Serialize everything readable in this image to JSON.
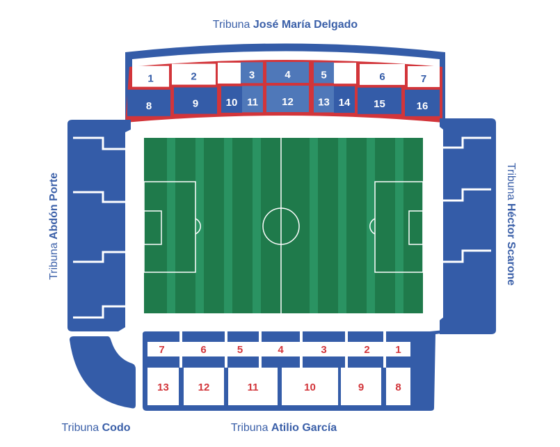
{
  "stands": {
    "north": {
      "prefix": "Tribuna ",
      "name": "José María Delgado",
      "sections": [
        "1",
        "2",
        "3",
        "4",
        "5",
        "6",
        "7",
        "8",
        "9",
        "10",
        "11",
        "12",
        "13",
        "14",
        "15",
        "16"
      ]
    },
    "west": {
      "prefix": "Tribuna ",
      "name": "Abdón Porte"
    },
    "east": {
      "prefix": "Tribuna ",
      "name": "Héctor Scarone"
    },
    "corner": {
      "prefix": "Tribuna ",
      "name": "Codo"
    },
    "south": {
      "prefix": "Tribuna ",
      "name": "Atilio García",
      "sections": [
        "7",
        "6",
        "5",
        "4",
        "3",
        "2",
        "1",
        "13",
        "12",
        "11",
        "10",
        "9",
        "8"
      ]
    }
  },
  "colors": {
    "blue": "#345ca8",
    "light_blue": "#4f78b9",
    "red": "#d2353a",
    "pitch_dark": "#1f7a4b",
    "pitch_light": "#2a9362"
  }
}
